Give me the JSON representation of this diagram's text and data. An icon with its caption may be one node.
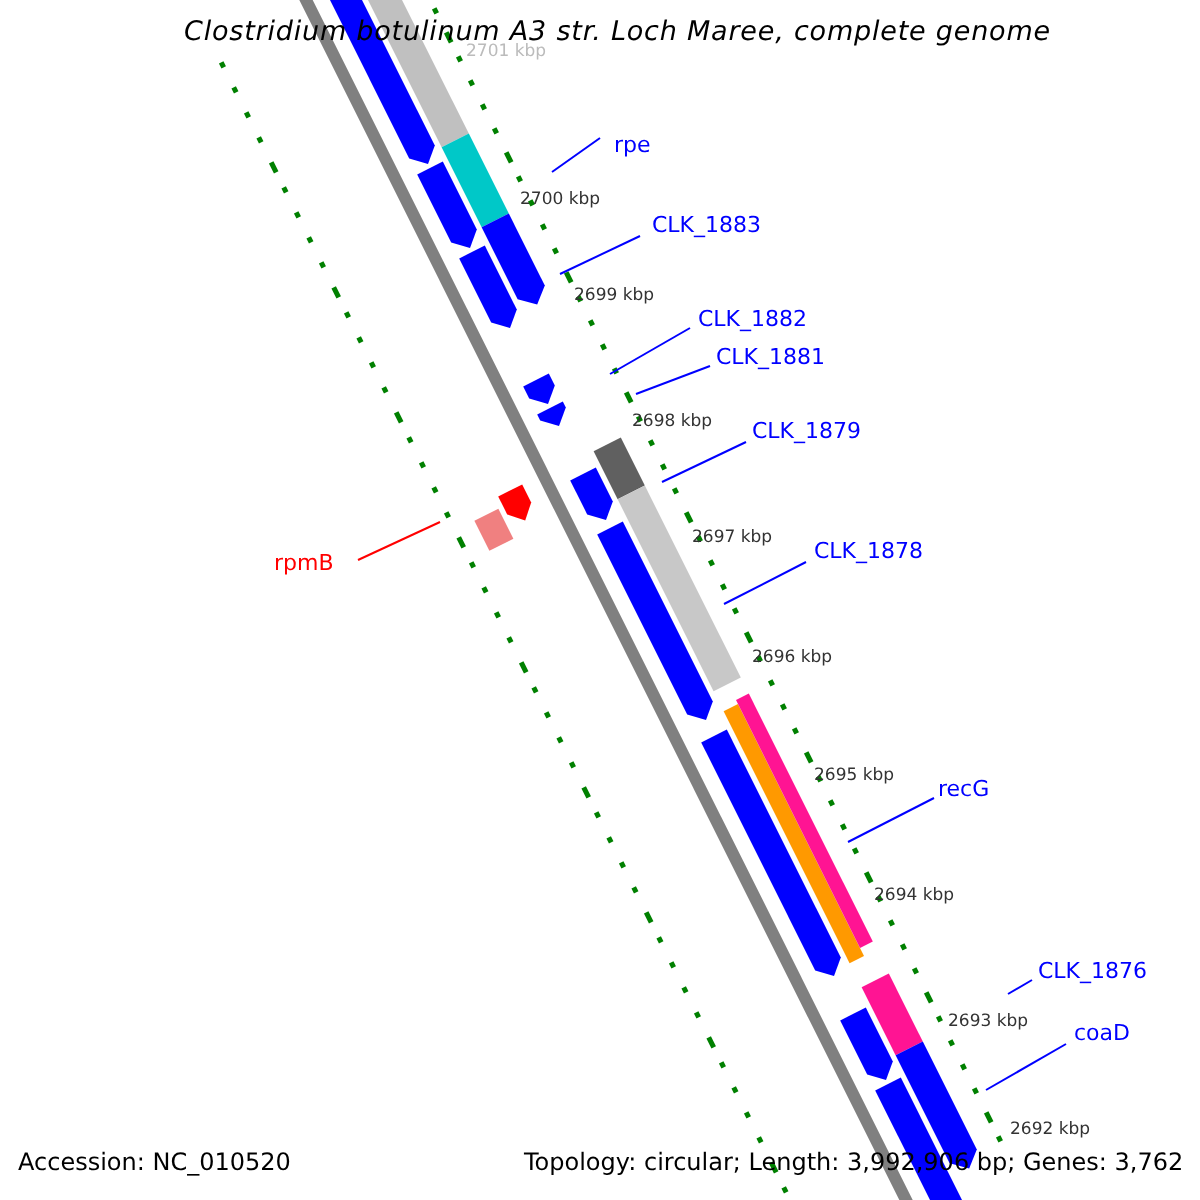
{
  "diagram": {
    "title": "Clostridium botulinum A3 str. Loch Maree, complete genome",
    "nodes": [
      {
        "text": [
          "rpe"
        ]
      },
      {
        "text": [
          "CLK_1883"
        ]
      },
      {
        "text": [
          "CLK_1882"
        ]
      },
      {
        "text": [
          "CLK_1881"
        ]
      },
      {
        "text": [
          "CLK_1879"
        ]
      },
      {
        "text": [
          "CLK_1878"
        ]
      },
      {
        "text": [
          "rpmB"
        ]
      },
      {
        "text": [
          "recG"
        ]
      },
      {
        "text": [
          "CLK_1876"
        ]
      },
      {
        "text": [
          "coaD"
        ]
      }
    ],
    "edges": [
      {
        "from": 0,
        "to": null,
        "arrow": "none"
      },
      {
        "from": 1,
        "to": null,
        "arrow": "none"
      },
      {
        "from": 2,
        "to": null,
        "arrow": "none"
      },
      {
        "from": 3,
        "to": null,
        "arrow": "none"
      },
      {
        "from": 4,
        "to": null,
        "arrow": "none"
      },
      {
        "from": 5,
        "to": null,
        "arrow": "none"
      },
      {
        "from": 6,
        "to": null,
        "arrow": "none",
        "color": "#ff0000"
      },
      {
        "from": 7,
        "to": null,
        "arrow": "none"
      },
      {
        "from": 8,
        "to": null,
        "arrow": "none"
      },
      {
        "from": 9,
        "to": null,
        "arrow": "none"
      }
    ],
    "labels": [
      "2701 kbp",
      "2700 kbp",
      "2699 kbp",
      "2698 kbp",
      "2697 kbp",
      "2696 kbp",
      "2695 kbp",
      "2694 kbp",
      "2693 kbp",
      "2692 kbp",
      "Accession: NC_010520",
      "Topology: circular; Length: 3,992,906 bp; Genes: 3,762"
    ]
  }
}
